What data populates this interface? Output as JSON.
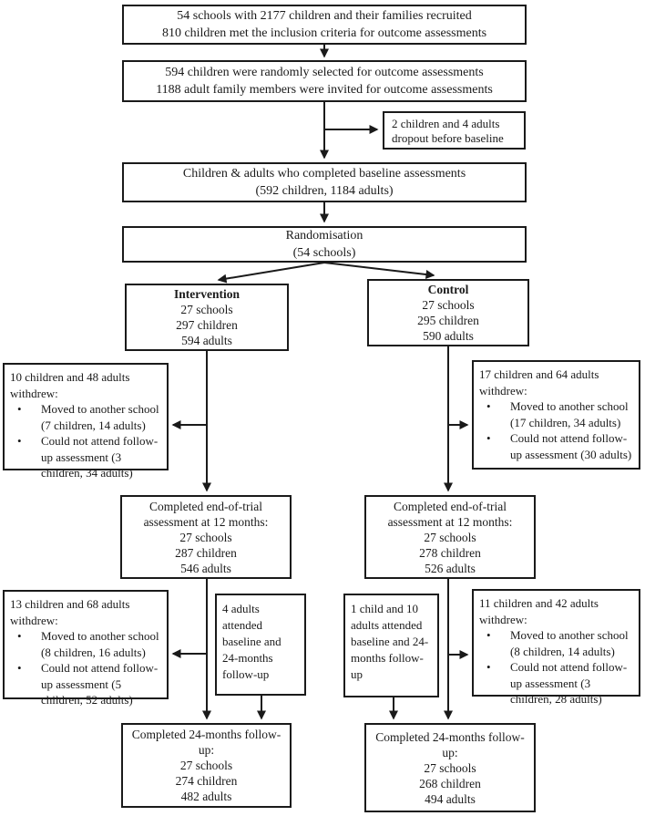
{
  "diagram": {
    "colors": {
      "border": "#1a1a1a",
      "text": "#1a1a1a",
      "arrow": "#1a1a1a",
      "background": "#ffffff"
    },
    "recruited": {
      "line1": "54 schools with 2177 children and their families recruited",
      "line2": "810 children met the inclusion criteria for outcome assessments"
    },
    "selected": {
      "line1": "594 children were randomly selected for outcome assessments",
      "line2": "1188 adult family members were invited for outcome assessments"
    },
    "dropout": {
      "text": "2 children and 4 adults dropout before baseline"
    },
    "baseline": {
      "line1": "Children & adults who completed baseline assessments",
      "line2": "(592 children, 1184 adults)"
    },
    "randomisation": {
      "line1": "Randomisation",
      "line2": "(54 schools)"
    },
    "intervention": {
      "title": "Intervention",
      "schools": "27 schools",
      "children": "297 children",
      "adults": "594 adults"
    },
    "control": {
      "title": "Control",
      "schools": "27 schools",
      "children": "295 children",
      "adults": "590 adults"
    },
    "withdraw_intervention_12m": {
      "header": "10 children and 48 adults withdrew:",
      "bullets": [
        "Moved to another school (7 children, 14 adults)",
        "Could not attend follow-up assessment (3 children, 34 adults)"
      ]
    },
    "withdraw_control_12m": {
      "header": "17 children and 64 adults withdrew:",
      "bullets": [
        "Moved to another school (17 children, 34 adults)",
        "Could not attend follow-up assessment (30 adults)"
      ]
    },
    "completed12_intervention": {
      "header": "Completed end-of-trial assessment at 12 months:",
      "schools": "27 schools",
      "children": "287 children",
      "adults": "546 adults"
    },
    "completed12_control": {
      "header": "Completed end-of-trial assessment at 12 months:",
      "schools": "27 schools",
      "children": "278 children",
      "adults": "526 adults"
    },
    "withdraw_intervention_24m": {
      "header": "13 children and 68 adults withdrew:",
      "bullets": [
        "Moved to another school (8 children, 16 adults)",
        "Could not attend follow-up assessment (5 children, 52 adults)"
      ]
    },
    "attended_intervention": {
      "text": "4 adults attended baseline and 24-months follow-up"
    },
    "attended_control": {
      "text": "1 child and 10 adults attended baseline and 24-months follow-up"
    },
    "withdraw_control_24m": {
      "header": "11 children and 42 adults withdrew:",
      "bullets": [
        "Moved to another school (8 children, 14 adults)",
        "Could not attend follow-up assessment (3 children, 28 adults)"
      ]
    },
    "completed24_intervention": {
      "header": "Completed 24-months follow-up:",
      "schools": "27 schools",
      "children": "274 children",
      "adults": "482 adults"
    },
    "completed24_control": {
      "header": "Completed 24-months follow-up:",
      "schools": "27 schools",
      "children": "268 children",
      "adults": "494 adults"
    }
  }
}
